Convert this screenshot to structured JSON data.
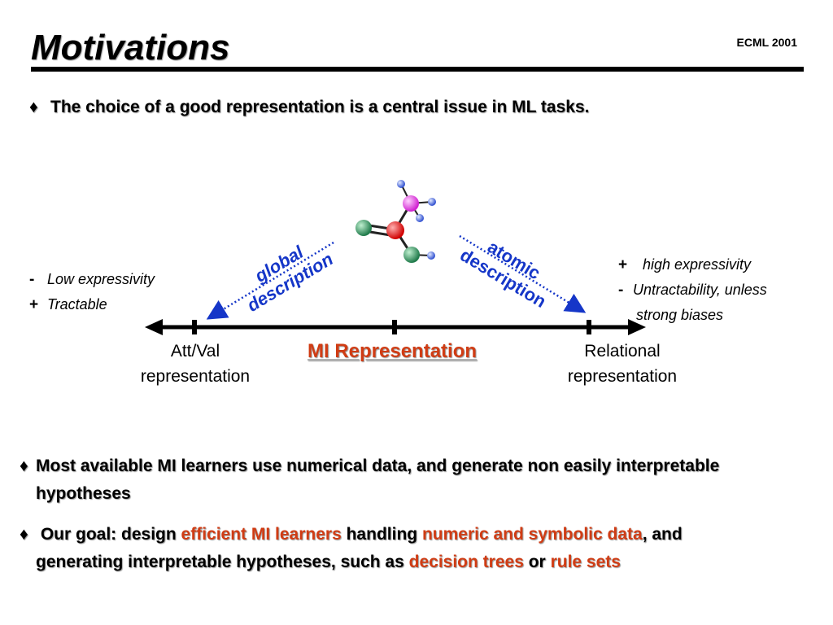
{
  "header": {
    "title": "Motivations",
    "conference": "ECML 2001"
  },
  "bullet_symbol": "♦",
  "bullets": {
    "first": "The choice of a good representation is a central issue in ML tasks.",
    "second": "Most available MI learners use numerical data, and generate non easily interpretable hypotheses",
    "third": {
      "part1": "Our goal: design",
      "part2": "efficient MI learners",
      "part3": "handling",
      "part4": "numeric and symbolic data",
      "part5": ", and generating interpretable hypotheses, such as",
      "part6": "decision trees",
      "part7": "or",
      "part8": "rule sets"
    }
  },
  "diagram": {
    "left": {
      "minus_sign": "-",
      "minus_text": "Low expressivity",
      "plus_sign": "+",
      "plus_text": "Tractable",
      "label_line1": "Att/Val",
      "label_line2": "representation"
    },
    "middle": {
      "label": "MI Representation",
      "global_line1": "global",
      "global_line2": "description",
      "atomic_line1": "atomic",
      "atomic_line2": "description"
    },
    "right": {
      "plus_sign": "+",
      "plus_text": "high expressivity",
      "minus_sign": "-",
      "minus_text_line1": "Untractability, unless",
      "minus_text_line2": "strong biases",
      "label_line1": "Relational",
      "label_line2": "representation"
    }
  },
  "colors": {
    "accent_red": "#d03c14",
    "arrow_blue": "#1536c8"
  }
}
